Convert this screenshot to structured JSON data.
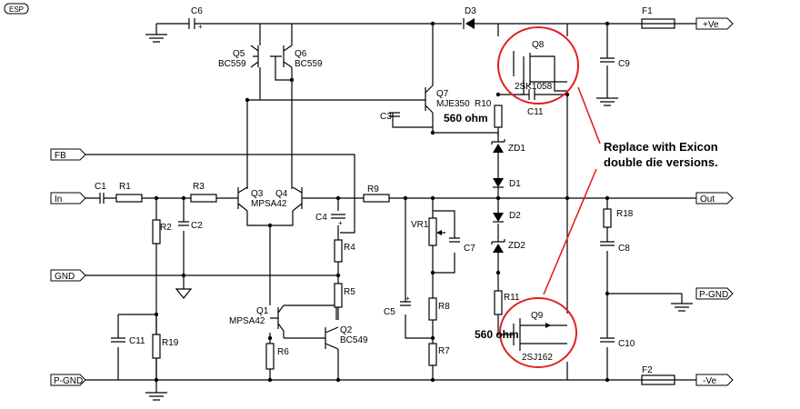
{
  "logo": "ESP",
  "ports": {
    "fb": "FB",
    "in": "In",
    "gnd": "GND",
    "pgnd_left": "P-GND",
    "vplus": "+Ve",
    "out": "Out",
    "pgnd_right": "P-GND",
    "vminus": "-Ve"
  },
  "components": {
    "c1": "C1",
    "r1": "R1",
    "r2": "R2",
    "c2": "C2",
    "r3": "R3",
    "q3": "Q3",
    "q3_type": "MPSA42",
    "q4": "Q4",
    "c4": "C4",
    "r4": "R4",
    "r5": "R5",
    "r9": "R9",
    "q5": "Q5",
    "q5_type": "BC559",
    "q6": "Q6",
    "q6_type": "BC559",
    "c6": "C6",
    "d3": "D3",
    "f1": "F1",
    "f2": "F2",
    "q7": "Q7",
    "q7_type": "MJE350",
    "c3": "C3",
    "r10": "R10",
    "zd1": "ZD1",
    "d1": "D1",
    "d2": "D2",
    "zd2": "ZD2",
    "vr1": "VR1",
    "c7": "C7",
    "c5": "C5",
    "r8": "R8",
    "r7": "R7",
    "r11": "R11",
    "q8": "Q8",
    "q8_type": "2SK1058",
    "c11_top": "C11",
    "q9": "Q9",
    "q9_type": "2SJ162",
    "c9": "C9",
    "r18": "R18",
    "c8": "C8",
    "c10": "C10",
    "q1": "Q1",
    "q1_type": "MPSA42",
    "q2": "Q2",
    "q2_type": "BC549",
    "r6": "R6",
    "c11_left": "C11",
    "r19": "R19"
  },
  "values": {
    "r10_value": "560 ohm",
    "r11_value": "560 ohm"
  },
  "annotation": {
    "line1": "Replace with Exicon",
    "line2": "double die versions."
  }
}
